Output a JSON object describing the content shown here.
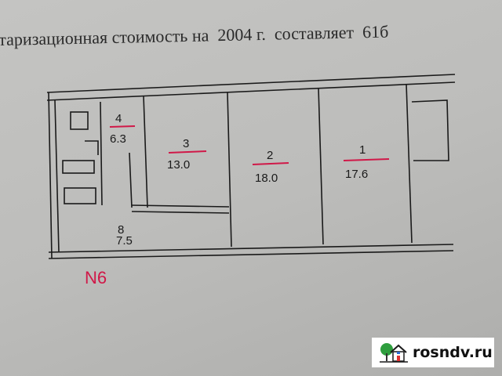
{
  "header_text": "таризационная стоимость на  2004 г.  составляет  61б",
  "rooms": [
    {
      "number": "4",
      "area": "6.3"
    },
    {
      "number": "3",
      "area": "13.0"
    },
    {
      "number": "2",
      "area": "18.0"
    },
    {
      "number": "1",
      "area": "17.6"
    },
    {
      "number": "8",
      "area": "7.5"
    }
  ],
  "annotation": "N6",
  "watermark": {
    "text": "rosndv.ru",
    "colors": {
      "tree": "#2e9e3e",
      "roof": "#1a1a1a",
      "door": "#e03030",
      "window": "#2a6ad0"
    }
  },
  "colors": {
    "ink": "#1a1a1a",
    "marker": "#d01848"
  }
}
